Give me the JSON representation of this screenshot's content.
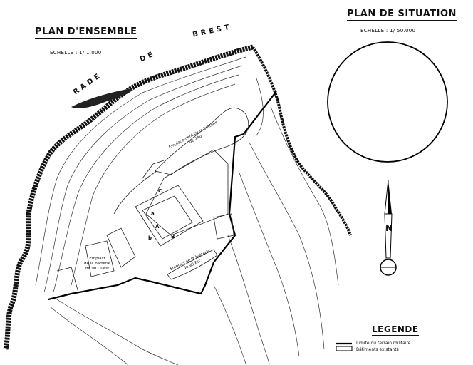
{
  "plan_ensemble": {
    "title": "PLAN D'ENSEMBLE",
    "scale": "ECHELLE : 1/ 1.000"
  },
  "plan_situation": {
    "title": "PLAN DE SITUATION",
    "scale": "ECHELLE : 1/ 50.000"
  },
  "sea_label": {
    "word1": "RADE",
    "word2": "DE",
    "word3": "BREST"
  },
  "map_labels": {
    "battery_240": [
      "Emplacement de la batterie",
      "de 240"
    ],
    "battery_90_ouest": [
      "Emplact",
      "de la batterie",
      "de 90 Ouest"
    ],
    "battery_90_est": [
      "Emplact de la batterie",
      "de 90 Est"
    ],
    "building_letters": [
      "C",
      "a",
      "A",
      "b",
      "B"
    ]
  },
  "north_arrow": {
    "letter": "N"
  },
  "legend": {
    "title": "LEGENDE",
    "items": [
      {
        "symbol": "thick-line",
        "label": "Limite du terrain militaire"
      },
      {
        "symbol": "rectangle",
        "label": "Bâtiments existants"
      }
    ]
  }
}
